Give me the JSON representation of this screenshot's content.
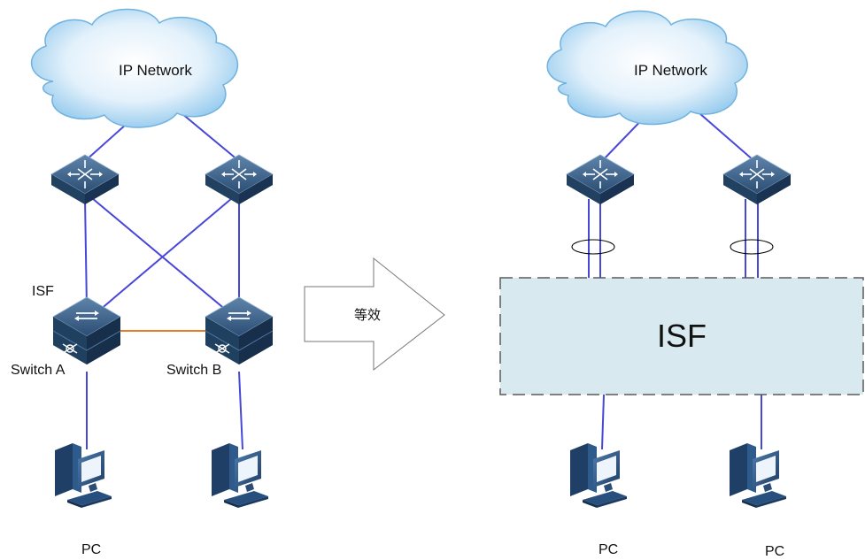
{
  "left": {
    "cloud_label": "IP Network",
    "isf_label": "ISF",
    "switch_a_label": "Switch A",
    "switch_b_label": "Switch B",
    "pc_label": "PC"
  },
  "arrow_label": "等效",
  "right": {
    "cloud_label": "IP Network",
    "isf_box_label": "ISF",
    "pc1_label": "PC",
    "pc2_label": "PC"
  },
  "colors": {
    "link_blue": "#4848d8",
    "link_orange": "#e87a28",
    "device_dark": "#2a4a6e",
    "isf_fill": "#d8eaef",
    "pc_blue": "#2c5585"
  }
}
